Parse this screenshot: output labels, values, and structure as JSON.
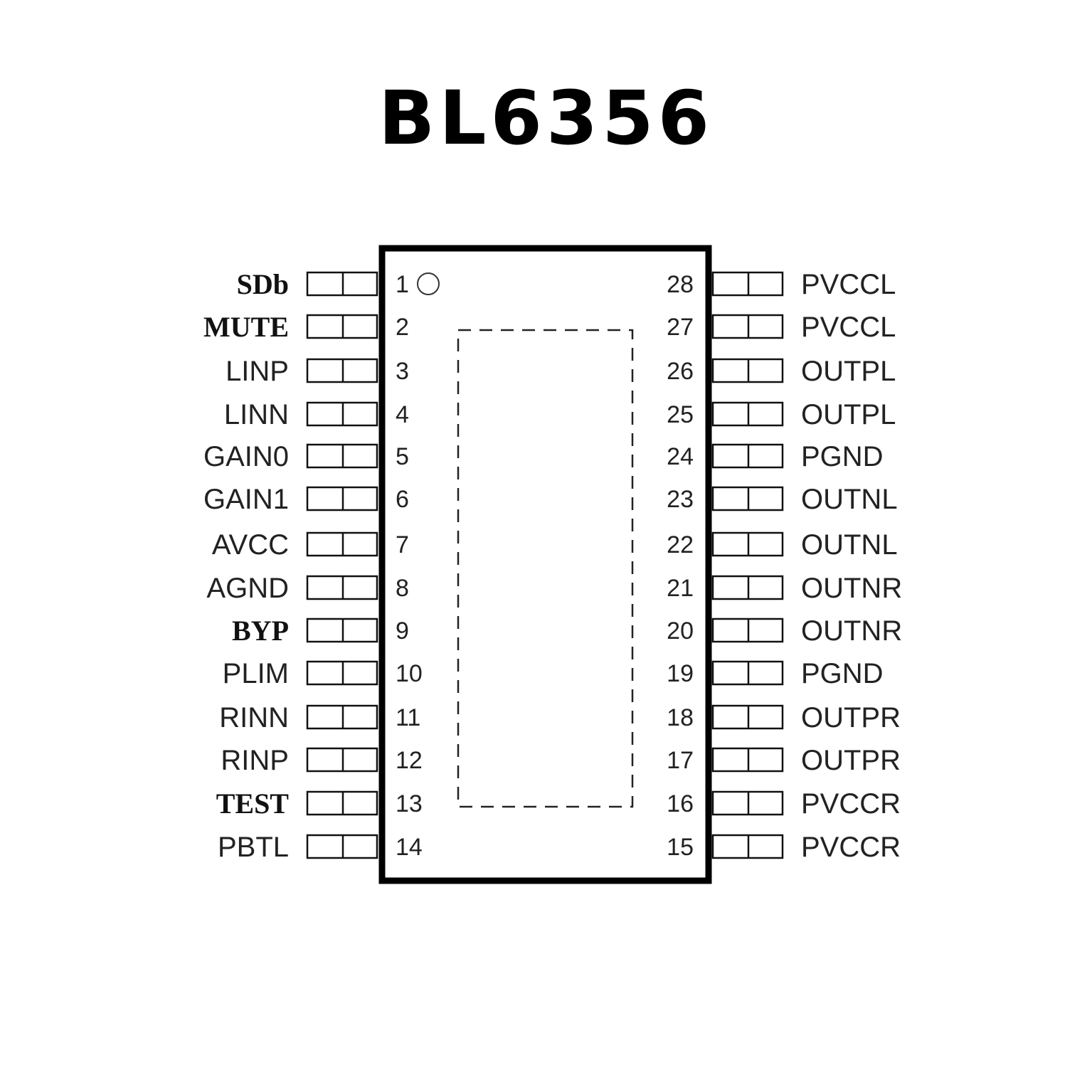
{
  "title": "BL6356",
  "left_pins": [
    {
      "number": "1",
      "name": "SDb",
      "style": "serif"
    },
    {
      "number": "2",
      "name": "MUTE",
      "style": "serif"
    },
    {
      "number": "3",
      "name": "LINP"
    },
    {
      "number": "4",
      "name": "LINN"
    },
    {
      "number": "5",
      "name": "GAIN0"
    },
    {
      "number": "6",
      "name": "GAIN1"
    },
    {
      "number": "7",
      "name": "AVCC"
    },
    {
      "number": "8",
      "name": "AGND"
    },
    {
      "number": "9",
      "name": "BYP",
      "style": "serif"
    },
    {
      "number": "10",
      "name": "PLIM"
    },
    {
      "number": "11",
      "name": "RINN"
    },
    {
      "number": "12",
      "name": "RINP"
    },
    {
      "number": "13",
      "name": "TEST",
      "style": "serif"
    },
    {
      "number": "14",
      "name": "PBTL"
    }
  ],
  "right_pins": [
    {
      "number": "28",
      "name": "PVCCL"
    },
    {
      "number": "27",
      "name": "PVCCL"
    },
    {
      "number": "26",
      "name": "OUTPL"
    },
    {
      "number": "25",
      "name": "OUTPL"
    },
    {
      "number": "24",
      "name": "PGND"
    },
    {
      "number": "23",
      "name": "OUTNL"
    },
    {
      "number": "22",
      "name": "OUTNL"
    },
    {
      "number": "21",
      "name": "OUTNR"
    },
    {
      "number": "20",
      "name": "OUTNR"
    },
    {
      "number": "19",
      "name": "PGND"
    },
    {
      "number": "18",
      "name": "OUTPR"
    },
    {
      "number": "17",
      "name": "OUTPR"
    },
    {
      "number": "16",
      "name": "PVCCR"
    },
    {
      "number": "15",
      "name": "PVCCR"
    }
  ]
}
